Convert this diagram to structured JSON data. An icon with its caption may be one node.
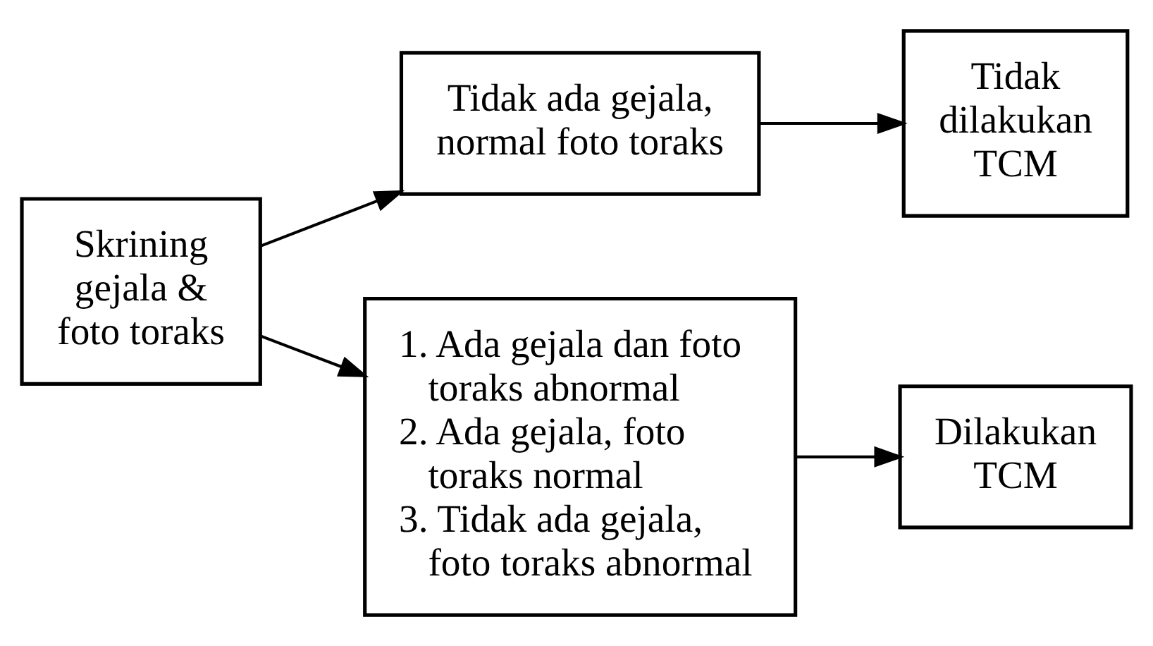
{
  "diagram": {
    "nodes": [
      {
        "text": [
          "Skrining gejala & foto toraks"
        ]
      },
      {
        "text": [
          "Tidak ada gejala, normal foto toraks"
        ]
      },
      {
        "text": [
          "Tidak dilakukan TCM"
        ]
      },
      {
        "text": [
          "1. Ada gejala dan foto toraks abnormal",
          "2. Ada gejala, foto toraks normal",
          "3. Tidak ada gejala, foto toraks abnormal"
        ]
      },
      {
        "text": [
          "Dilakukan TCM"
        ]
      }
    ],
    "edges": [
      {
        "from": 0,
        "to": 1,
        "arrow": "to"
      },
      {
        "from": 0,
        "to": 3,
        "arrow": "to"
      },
      {
        "from": 1,
        "to": 2,
        "arrow": "to"
      },
      {
        "from": 3,
        "to": 4,
        "arrow": "to"
      }
    ]
  }
}
